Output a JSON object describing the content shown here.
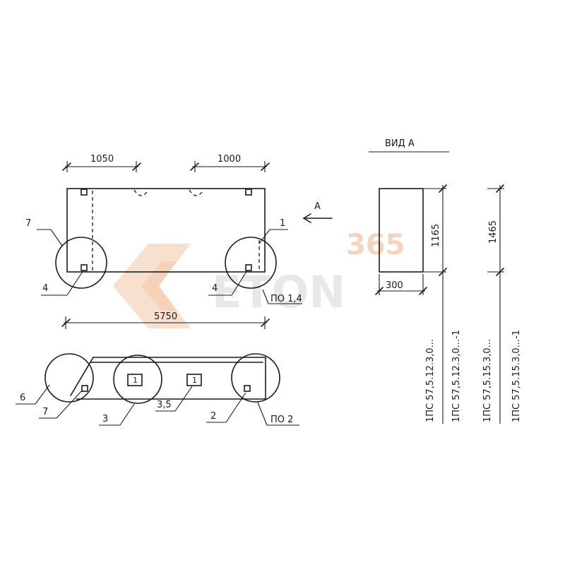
{
  "view_title": "ВИД А",
  "arrow_label": "А",
  "dimensions": {
    "top_left": "1050",
    "top_right": "1000",
    "overall": "5750",
    "height_short": "1165",
    "height_tall": "1465",
    "width": "300"
  },
  "callouts": {
    "c7_top": "7",
    "c1": "1",
    "c4_left": "4",
    "c4_right": "4",
    "pos_14": "ПО 1,4",
    "c6": "6",
    "c7_bottom": "7",
    "c3": "3",
    "c35": "3,5",
    "c2": "2",
    "pos_2": "ПО 2"
  },
  "plan_marks": {
    "mark_left": "1",
    "mark_right": "1"
  },
  "designations": [
    "1ПС 57,5.12.3,0...",
    "1ПС 57,5.12.3,0...-1",
    "1ПС 57,5.15.3,0...",
    "1ПС 57,5.15.3,0...-1"
  ],
  "watermark": {
    "number": "365",
    "brand": "ETON"
  },
  "colors": {
    "ink": "#1a1a1a",
    "watermark_orange": "#f0b98f",
    "watermark_gray": "#d9d9d9"
  }
}
